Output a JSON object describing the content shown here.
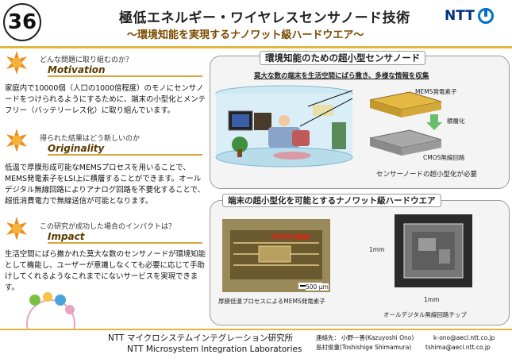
{
  "header": {
    "number": "36",
    "title": "極低エネルギー・ワイヤレスセンサノード技術",
    "subtitle": "～環境知能を実現するナノワット級ハードウエア～",
    "logo_text": "NTT"
  },
  "left": {
    "motivation": {
      "question": "どんな問題に取り組むのか？",
      "heading": "Motivation",
      "body": "家庭内で10000個（人口の1000倍程度）のモノにセンサノードをつけられるようにするために、端末の小型化とメンテフリー（バッテリーレス化）に取り組んでいます。"
    },
    "originality": {
      "question": "得られた結果はどう新しいのか",
      "heading": "Originality",
      "body": "低温で厚膜形成可能なMEMSプロセスを用いることで、MEMS発電素子をLSI上に積層することができます。オールデジタル無線回路によりアナログ回路を不要化することで、超低消費電力で無線送信が可能となります。"
    },
    "impact": {
      "question": "この研究が成功した場合のインパクトは？",
      "heading": "Impact",
      "body": "生活空間にばら撒かれた莫大な数のセンサノードが環境知能として機能し、ユーザーが意識しなくても必要に応じて手助けしてくれるようなこれまでにないサービスを実現できます。"
    }
  },
  "panel1": {
    "title": "環境知能のための超小型センサノード",
    "caption": "莫大な数の端末を生活空間にばら撒き、多様な情報を収集",
    "mems_label": "MEMS発電素子",
    "stack_label": "積層化",
    "cmos_label": "CMOS無線回路",
    "bottom_caption": "センサーノードの超小型化が必要"
  },
  "panel2": {
    "title": "端末の超小型化を可能とするナノワット級ハードウエア",
    "mems_tag": "MEMS可動部",
    "scale_label": "500 μm",
    "left_caption": "厚膜低温プロセスによるMEMS発電素子",
    "dim_vertical": "1mm",
    "dim_horizontal": "1mm",
    "right_caption": "オールデジタル無線回路チップ"
  },
  "footer": {
    "lab_jp": "NTT マイクロシステムインテグレーション研究所",
    "lab_en": "NTT Microsystem Integration  Laboratories",
    "contact_label": "連絡先：",
    "person1": "小野一善(Kazuyoshi Ono)",
    "person2": "島村俊重(Toshishige Shimamura)",
    "email1": "k-ono@aecl.ntt.co.jp",
    "email2": "tshima@aecl.ntt.co.jp"
  }
}
